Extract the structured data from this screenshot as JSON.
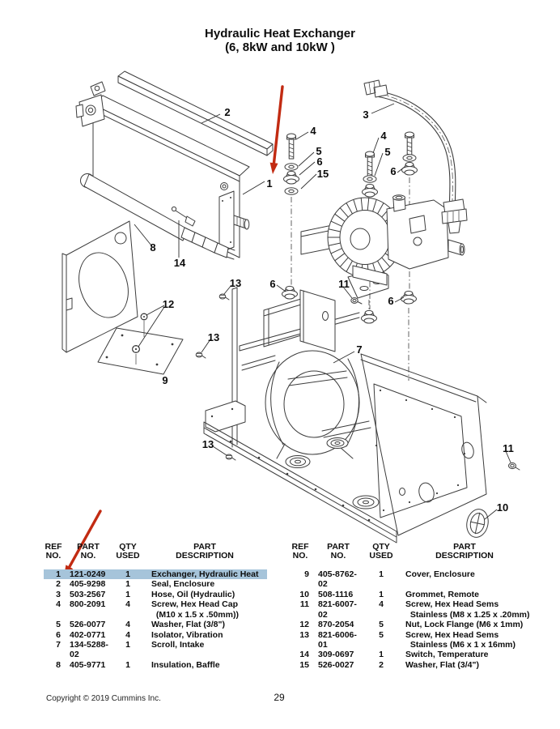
{
  "page": {
    "title_line1": "Hydraulic Heat Exchanger",
    "title_line2": "(6, 8kW and 10kW )",
    "page_number": "29",
    "copyright": "Copyright © 2019 Cummins Inc."
  },
  "colors": {
    "highlight": "#a6c4da",
    "arrow_red": "#c22b12"
  },
  "tables": {
    "headers": {
      "ref": "REF\nNO.",
      "part": "PART\nNO.",
      "qty": "QTY\nUSED",
      "desc": "PART\nDESCRIPTION"
    },
    "left": {
      "rows": [
        {
          "ref": "1",
          "part": "121-0249",
          "qty": "1",
          "desc": "Exchanger, Hydraulic Heat",
          "highlighted": true
        },
        {
          "ref": "2",
          "part": "405-9298",
          "qty": "1",
          "desc": "Seal, Enclosure"
        },
        {
          "ref": "3",
          "part": "503-2567",
          "qty": "1",
          "desc": "Hose, Oil (Hydraulic)"
        },
        {
          "ref": "4",
          "part": "800-2091",
          "qty": "4",
          "desc": "Screw, Hex Head Cap\n  (M10 x 1.5 x .50mm))"
        },
        {
          "ref": "5",
          "part": "526-0077",
          "qty": "4",
          "desc": "Washer, Flat (3/8\")"
        },
        {
          "ref": "6",
          "part": "402-0771",
          "qty": "4",
          "desc": "Isolator, Vibration"
        },
        {
          "ref": "7",
          "part": "134-5288-02",
          "qty": "1",
          "desc": "Scroll, Intake"
        },
        {
          "ref": "8",
          "part": "405-9771",
          "qty": "1",
          "desc": "Insulation, Baffle"
        }
      ]
    },
    "right": {
      "rows": [
        {
          "ref": "9",
          "part": "405-8762-02",
          "qty": "1",
          "desc": "Cover, Enclosure"
        },
        {
          "ref": "10",
          "part": "508-1116",
          "qty": "1",
          "desc": "Grommet, Remote"
        },
        {
          "ref": "11",
          "part": "821-6007-02",
          "qty": "4",
          "desc": "Screw, Hex Head Sems\n  Stainless (M8 x 1.25 x .20mm)"
        },
        {
          "ref": "12",
          "part": "870-2054",
          "qty": "5",
          "desc": "Nut, Lock Flange (M6 x 1mm)"
        },
        {
          "ref": "13",
          "part": "821-6006-01",
          "qty": "5",
          "desc": "Screw, Hex Head Sems\n  Stainless (M6 x 1 x 16mm)"
        },
        {
          "ref": "14",
          "part": "309-0697",
          "qty": "1",
          "desc": "Switch, Temperature"
        },
        {
          "ref": "15",
          "part": "526-0027",
          "qty": "2",
          "desc": "Washer, Flat (3/4\")"
        }
      ]
    }
  },
  "diagram": {
    "callouts": [
      {
        "label": "2"
      },
      {
        "label": "1"
      },
      {
        "label": "3"
      },
      {
        "label": "4"
      },
      {
        "label": "5"
      },
      {
        "label": "6"
      },
      {
        "label": "15"
      },
      {
        "label": "4"
      },
      {
        "label": "5"
      },
      {
        "label": "6"
      },
      {
        "label": "8"
      },
      {
        "label": "14"
      },
      {
        "label": "12"
      },
      {
        "label": "13"
      },
      {
        "label": "6"
      },
      {
        "label": "11"
      },
      {
        "label": "6"
      },
      {
        "label": "7"
      },
      {
        "label": "13"
      },
      {
        "label": "9"
      },
      {
        "label": "13"
      },
      {
        "label": "11"
      },
      {
        "label": "10"
      }
    ]
  }
}
